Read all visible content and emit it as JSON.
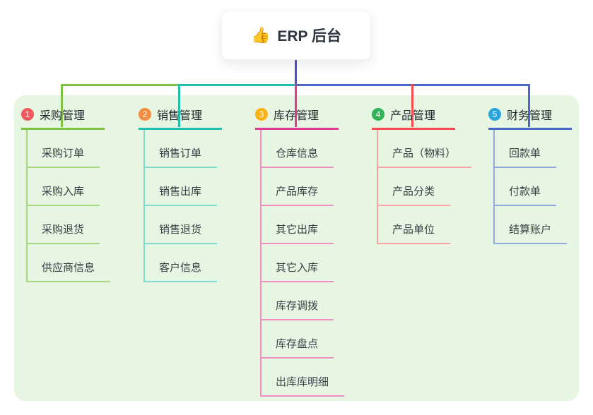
{
  "root": {
    "icon": "thumbs-up",
    "icon_glyph": "👍",
    "title": "ERP 后台",
    "line_color": "#4a56c4"
  },
  "panel": {
    "bg": "#e7f6e2"
  },
  "branches": [
    {
      "num": "1",
      "label": "采购管理",
      "colors": {
        "badge": "#ee5a60",
        "line": "#7dc243",
        "child_line": "#a9d57f"
      },
      "children": [
        "采购订单",
        "采购入库",
        "采购退货",
        "供应商信息"
      ]
    },
    {
      "num": "2",
      "label": "销售管理",
      "colors": {
        "badge": "#f68c3e",
        "line": "#21bfad",
        "child_line": "#82d9cc"
      },
      "children": [
        "销售订单",
        "销售出库",
        "销售退货",
        "客户信息"
      ]
    },
    {
      "num": "3",
      "label": "库存管理",
      "colors": {
        "badge": "#fbb216",
        "line": "#e03a92",
        "child_line": "#ef8ec1"
      },
      "children": [
        "仓库信息",
        "产品库存",
        "其它出库",
        "其它入库",
        "库存调拨",
        "库存盘点",
        "出库库明细"
      ]
    },
    {
      "num": "4",
      "label": "产品管理",
      "colors": {
        "badge": "#30b356",
        "line": "#fa4b50",
        "child_line": "#fba3a4"
      },
      "children": [
        "产品（物料）",
        "产品分类",
        "产品单位"
      ]
    },
    {
      "num": "5",
      "label": "财务管理",
      "colors": {
        "badge": "#27a5dc",
        "line": "#4a68c8",
        "child_line": "#93a8dc"
      },
      "children": [
        "回款单",
        "付款单",
        "结算账户"
      ]
    }
  ]
}
